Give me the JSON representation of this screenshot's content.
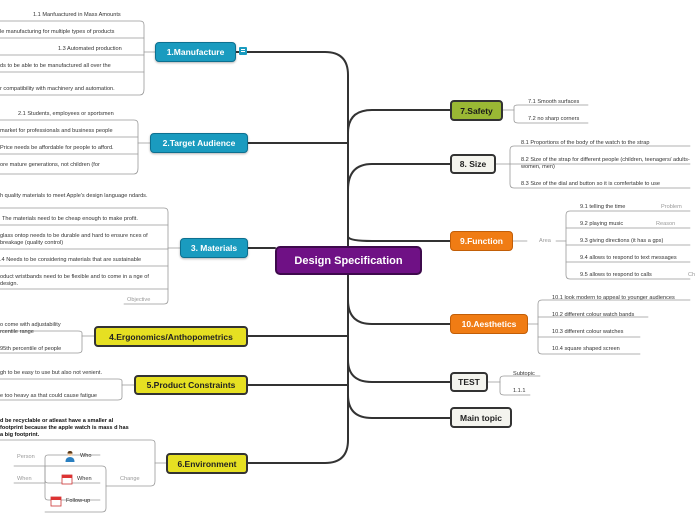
{
  "root": "Design Specification",
  "left": {
    "manufacture": {
      "title": "1.Manufacture",
      "items": [
        "1.1 Manfuactured in Mass Amounts",
        "le manufacturing for multiple types of products",
        "1.3 Automated production",
        "ds to be able to be manufactured all over the",
        "r compatibility with machinery and automation."
      ]
    },
    "target": {
      "title": "2.Target Audience",
      "items": [
        "2.1 Students, employees or sportsmen",
        "market for professionals and business people",
        "Price needs be affordable for people to afford.",
        "ore mature generations, not children (for"
      ]
    },
    "materials": {
      "title": "3. Materials",
      "items": [
        "h quality materials to meet Apple's design language ndards.",
        "The materials need to be cheap enough to make profit.",
        "glass ontop needs to be durable and hard to ensure nces of breakage (quality control)",
        ".4 Needs to be considering materials that are sustainable",
        "oduct wristbands need to be flexible and to come in a nge of design."
      ],
      "tag": "Objective"
    },
    "ergonomics": {
      "title": "4.Ergonomics/Anthopometrics",
      "items": [
        "o come with adjustability rcentile range",
        "95th percentile of people"
      ]
    },
    "constraints": {
      "title": "5.Product Constraints",
      "items": [
        "gh to be easy to use but also not venient.",
        "e too heavy as that could cause fatigue"
      ]
    },
    "environment": {
      "title": "6.Environment",
      "note": "d be recyclable or atleast have a smaller al footprint because the apple watch is mass d has a big footprint.",
      "change": "Change",
      "rows": [
        {
          "side": "Person",
          "label": "Who"
        },
        {
          "side": "When",
          "label": "When"
        },
        {
          "side": "",
          "label": "Follow-up"
        }
      ]
    }
  },
  "right": {
    "safety": {
      "title": "7.Safety",
      "items": [
        "7.1 Smooth surfaces",
        "7.2 no sharp corners"
      ]
    },
    "size": {
      "title": "8. Size",
      "items": [
        "8.1 Proportions of the body of the watch to the strap",
        "8.2 Size of the strap for different people (children, teenagers/ adults- women, men)",
        "8.3 Size of the dial and button so it is comfertable to use"
      ]
    },
    "function": {
      "title": "9.Function",
      "tag": "Area",
      "items": [
        {
          "text": "9.1 telling the time",
          "tag": "Problem"
        },
        {
          "text": "9.2 playing music",
          "tag": "Reason"
        },
        {
          "text": "9.3 giving directions (it has a gps)",
          "tag": ""
        },
        {
          "text": "9.4 allows to respond to text messages",
          "tag": ""
        },
        {
          "text": "9.5 allows to respond to calls",
          "tag": "Ch"
        }
      ]
    },
    "aesthetics": {
      "title": "10.Aesthetics",
      "items": [
        "10.1 look modern to appeal to younger audiences",
        "10.2 different colour watch bands",
        "10.3 different colour watches",
        "10.4 square shaped screen"
      ]
    },
    "test": {
      "title": "TEST",
      "items": [
        "Subtopic",
        "1.1.1"
      ]
    },
    "main": {
      "title": "Main topic"
    }
  },
  "colors": {
    "root": "#6f1185",
    "blue": "#1a9bbf",
    "yellow": "#e6e022",
    "olive": "#9ab834",
    "orange": "#f07c14"
  }
}
